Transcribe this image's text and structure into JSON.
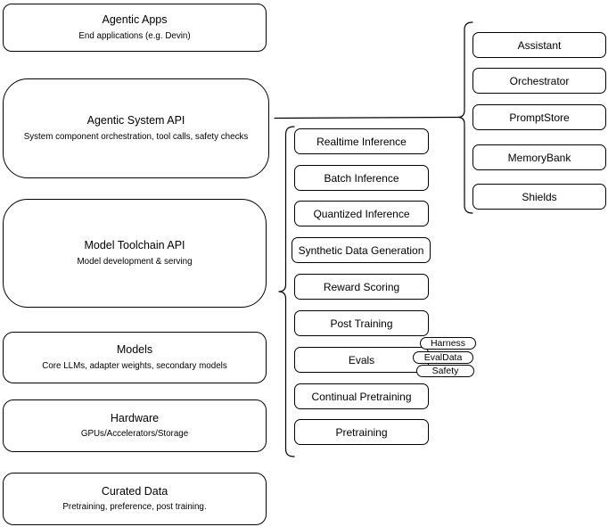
{
  "diagram": {
    "left_stack": [
      {
        "title": "Agentic Apps",
        "subtitle": "End applications (e.g. Devin)"
      },
      {
        "title": "Agentic System API",
        "subtitle": "System component orchestration, tool calls, safety checks"
      },
      {
        "title": "Model Toolchain API",
        "subtitle": "Model development & serving"
      },
      {
        "title": "Models",
        "subtitle": "Core LLMs, adapter weights, secondary models"
      },
      {
        "title": "Hardware",
        "subtitle": "GPUs/Accelerators/Storage"
      },
      {
        "title": "Curated Data",
        "subtitle": "Pretraining, preference, post training."
      }
    ],
    "toolchain_stack": [
      "Realtime Inference",
      "Batch Inference",
      "Quantized Inference",
      "Synthetic Data Generation",
      "Reward Scoring",
      "Post Training",
      "Evals",
      "Continual Pretraining",
      "Pretraining"
    ],
    "evals_pills": [
      "Harness",
      "EvalData",
      "Safety"
    ],
    "system_components": [
      "Assistant",
      "Orchestrator",
      "PromptStore",
      "MemoryBank",
      "Shields"
    ],
    "colors": {
      "stroke": "#000000",
      "fill": "#ffffff",
      "text": "#000000"
    }
  }
}
